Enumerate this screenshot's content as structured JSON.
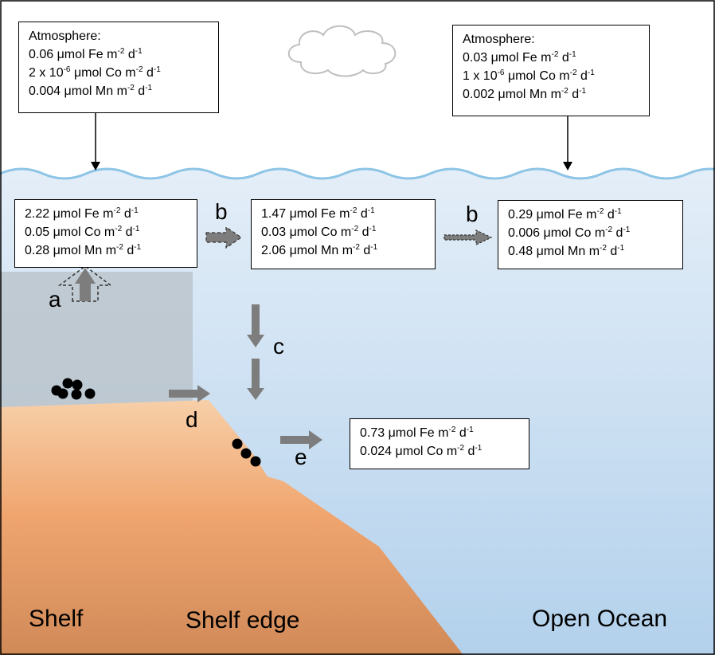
{
  "atmosphere_boxes": [
    {
      "title": "Atmosphere:",
      "lines": [
        {
          "pre": "0.06 μmol Fe m",
          "e1": "-2",
          "mid": " d",
          "e2": "-1"
        },
        {
          "pre": "2 x 10",
          "e1": "-6",
          "mid": " μmol Co m",
          "e2": "-2",
          "mid2": " d",
          "e3": "-1"
        },
        {
          "pre": "0.004 μmol Mn m",
          "e1": "-2",
          "mid": " d",
          "e2": "-1"
        }
      ]
    },
    {
      "title": "Atmosphere:",
      "lines": [
        {
          "pre": "0.03 μmol Fe m",
          "e1": "-2",
          "mid": " d",
          "e2": "-1"
        },
        {
          "pre": "1 x 10",
          "e1": "-6",
          "mid": " μmol Co m",
          "e2": "-2",
          "mid2": " d",
          "e3": "-1"
        },
        {
          "pre": "0.002 μmol Mn m",
          "e1": "-2",
          "mid": " d",
          "e2": "-1"
        }
      ]
    }
  ],
  "water_boxes": [
    {
      "lines": [
        {
          "pre": "2.22 μmol Fe m",
          "e1": "-2",
          "mid": " d",
          "e2": "-1"
        },
        {
          "pre": "0.05 μmol Co m",
          "e1": "-2",
          "mid": " d",
          "e2": "-1"
        },
        {
          "pre": "0.28 μmol Mn m",
          "e1": "-2",
          "mid": " d",
          "e2": "-1"
        }
      ]
    },
    {
      "lines": [
        {
          "pre": "1.47 μmol Fe m",
          "e1": "-2",
          "mid": " d",
          "e2": "-1"
        },
        {
          "pre": "0.03 μmol Co m",
          "e1": "-2",
          "mid": " d",
          "e2": "-1"
        },
        {
          "pre": "2.06 μmol Mn m",
          "e1": "-2",
          "mid": " d",
          "e2": "-1"
        }
      ]
    },
    {
      "lines": [
        {
          "pre": "0.29 μmol Fe m",
          "e1": "-2",
          "mid": " d",
          "e2": "-1"
        },
        {
          "pre": "0.006 μmol Co m",
          "e1": "-2",
          "mid": " d",
          "e2": "-1"
        },
        {
          "pre": "0.48 μmol Mn m",
          "e1": "-2",
          "mid": " d",
          "e2": "-1"
        }
      ]
    },
    {
      "lines": [
        {
          "pre": "0.73 μmol Fe m",
          "e1": "-2",
          "mid": " d",
          "e2": "-1"
        },
        {
          "pre": "0.024 μmol Co m",
          "e1": "-2",
          "mid": " d",
          "e2": "-1"
        }
      ]
    }
  ],
  "process_labels": {
    "a": "a",
    "b1": "b",
    "b2": "b",
    "c": "c",
    "d": "d",
    "e": "e"
  },
  "regions": {
    "shelf": "Shelf",
    "shelf_edge": "Shelf edge",
    "open_ocean": "Open Ocean"
  },
  "colors": {
    "sky": "#ffffff",
    "water_top": "#e4eef8",
    "water_bottom": "#b3d1ec",
    "surface_line": "#8ec5e6",
    "sediment_top": "#f7cfa8",
    "sediment_bottom": "#d08a58",
    "shelf_overlay": "#c3c9cf",
    "flux_arrow": "#7d7d7d",
    "particles": "#000000"
  }
}
